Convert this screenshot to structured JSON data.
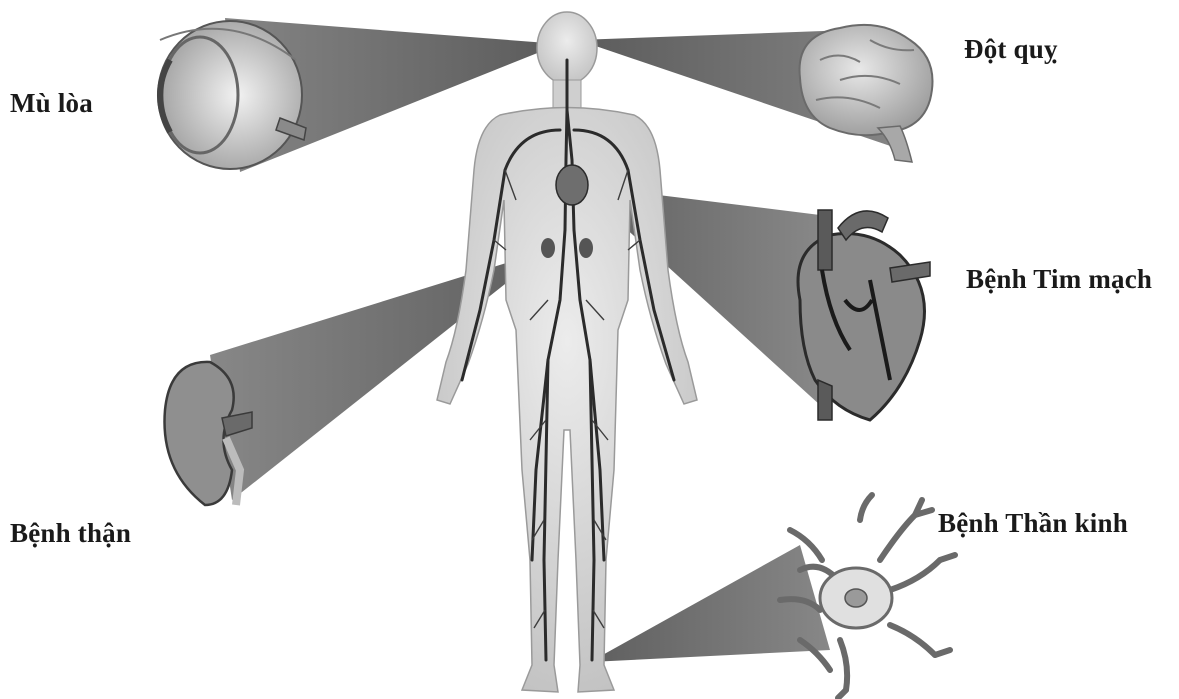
{
  "labels": {
    "blindness": "Mù lòa",
    "stroke": "Đột quỵ",
    "cardiovascular": "Bệnh Tim mạch",
    "kidney": "Bệnh thận",
    "neuropathy": "Bệnh Thần kinh"
  },
  "colors": {
    "cone": "#5a5a5a",
    "body": "#d6d6d6",
    "vessel": "#2b2b2b",
    "organ": "#8a8a8a"
  }
}
